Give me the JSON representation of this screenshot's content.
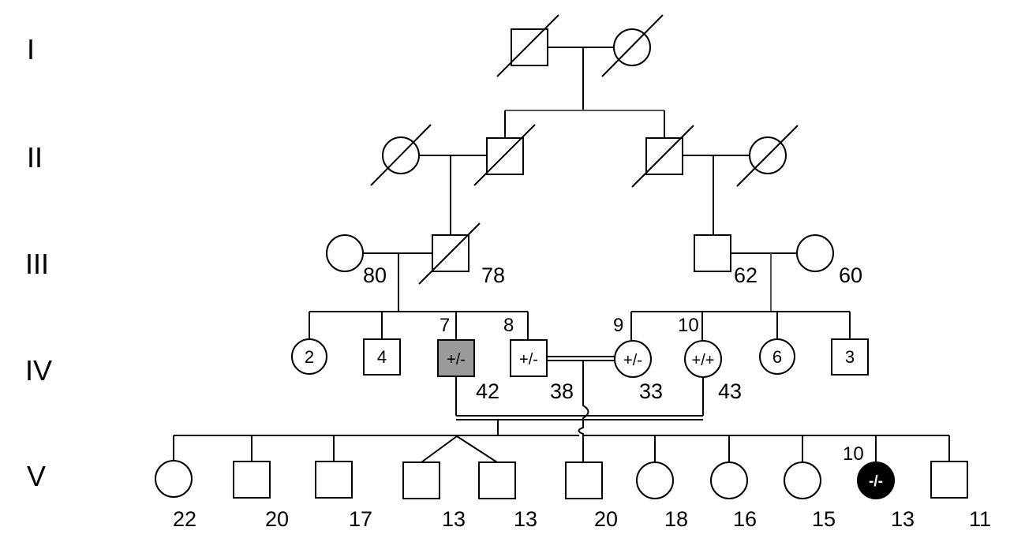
{
  "generations": [
    "I",
    "II",
    "III",
    "IV",
    "V"
  ],
  "generation_III": {
    "wife_age": "80",
    "husband_age": "78",
    "right_husband_age": "62",
    "right_wife_age": "60"
  },
  "generation_IV": {
    "left_sibship": {
      "group_female_count": "2",
      "group_male_count": "4",
      "person7": {
        "index": "7",
        "genotype": "+/-",
        "age": "42"
      },
      "person8": {
        "index": "8",
        "genotype": "+/-",
        "age": "38"
      }
    },
    "right_sibship": {
      "person9": {
        "index": "9",
        "genotype": "+/-",
        "age": "33"
      },
      "person10": {
        "index": "10",
        "genotype": "+/+",
        "age": "43"
      },
      "group_female_count": "6",
      "group_male_count": "3"
    }
  },
  "generation_V": {
    "left_sibship_ages": [
      "22",
      "20",
      "17",
      "13",
      "13"
    ],
    "right_sibship_ages": [
      "20",
      "18",
      "16",
      "15",
      "13",
      "11"
    ],
    "proband": {
      "index": "10",
      "genotype": "-/-",
      "age": "13"
    }
  },
  "colors": {
    "line": "#000000",
    "carrier_fill": "#9a9a9a",
    "affected_fill": "#000000",
    "background": "#ffffff"
  }
}
